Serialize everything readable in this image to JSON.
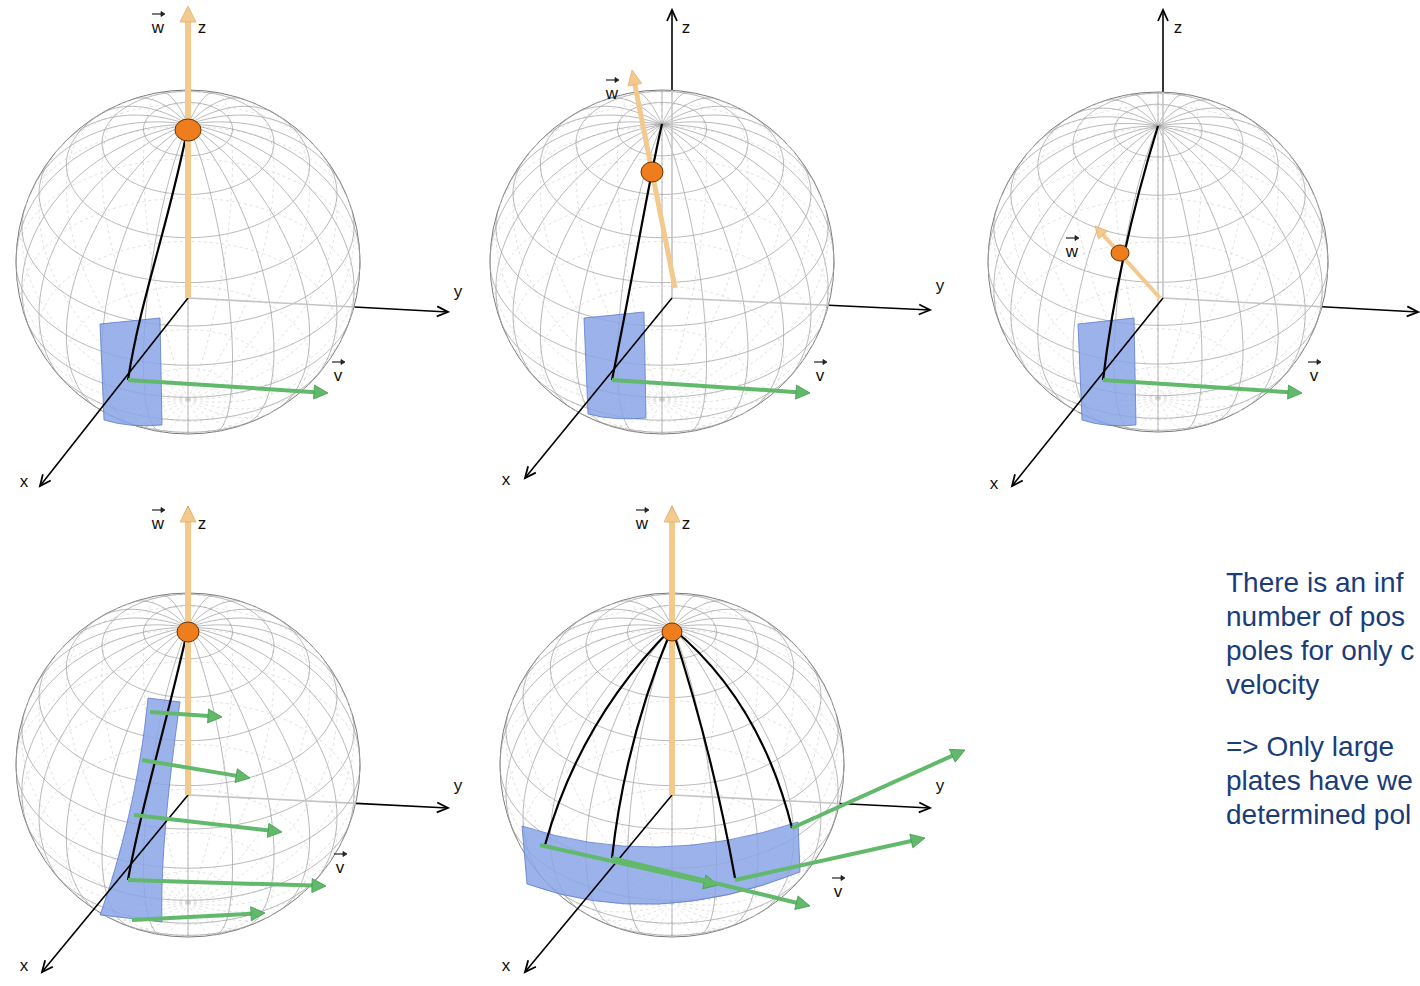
{
  "diagram": {
    "labels": [
      "w",
      "z",
      "y",
      "x",
      "v",
      "w",
      "z",
      "y",
      "x",
      "v",
      "w",
      "z",
      "x",
      "v",
      "w",
      "z",
      "y",
      "x",
      "v",
      "w",
      "z",
      "y",
      "x",
      "v",
      "There is an inf number of pos poles for only c velocity",
      "=> Only large plates have we determined pol"
    ]
  }
}
